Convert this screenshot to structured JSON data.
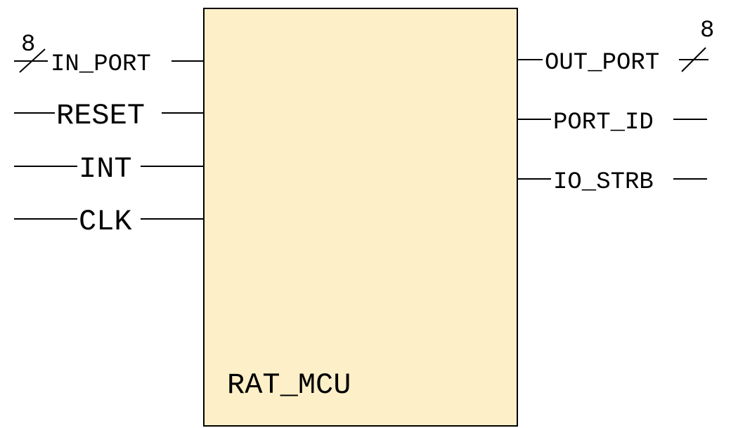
{
  "block": {
    "name": "RAT_MCU",
    "fill": "#fdf0c8",
    "stroke": "#000000"
  },
  "inputs": [
    {
      "label": "IN_PORT",
      "bus_width": "8"
    },
    {
      "label": "RESET"
    },
    {
      "label": "INT"
    },
    {
      "label": "CLK"
    }
  ],
  "outputs": [
    {
      "label": "OUT_PORT",
      "bus_width": "8"
    },
    {
      "label": "PORT_ID"
    },
    {
      "label": "IO_STRB"
    }
  ]
}
